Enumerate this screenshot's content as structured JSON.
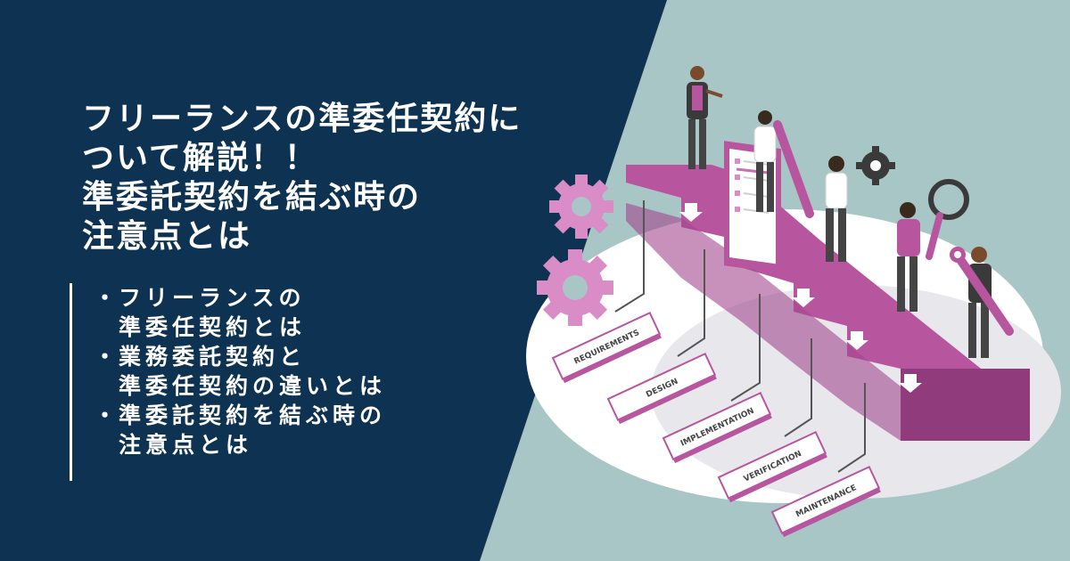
{
  "headline": {
    "lines": [
      "フリーランスの準委任契約に",
      "ついて解説！！",
      "準委託契約を結ぶ時の",
      "注意点とは"
    ]
  },
  "bullets": [
    {
      "lines": [
        "フリーランスの",
        "準委任契約とは"
      ]
    },
    {
      "lines": [
        "業務委託契約と",
        "準委任契約の違いとは"
      ]
    },
    {
      "lines": [
        "準委託契約を結ぶ時の",
        "注意点とは"
      ]
    }
  ],
  "bullet_symbol": "・",
  "steps": {
    "requirements": "REQUIREMENTS",
    "design": "DESIGN",
    "implementation": "IMPLEMENTATION",
    "verification": "VERIFICATION",
    "maintenance": "MAINTENANCE"
  },
  "colors": {
    "navy": "#0d3252",
    "teal": "#a9c6c6",
    "magenta": "#b7559f",
    "magenta_dark": "#8f3b7c",
    "pink_light": "#e9a9d8",
    "platform": "#ffffff"
  },
  "icons": [
    "gear-icon",
    "clipboard-icon",
    "magnifier-icon",
    "wrench-icon",
    "pencil-icon",
    "arrow-down-icon"
  ]
}
